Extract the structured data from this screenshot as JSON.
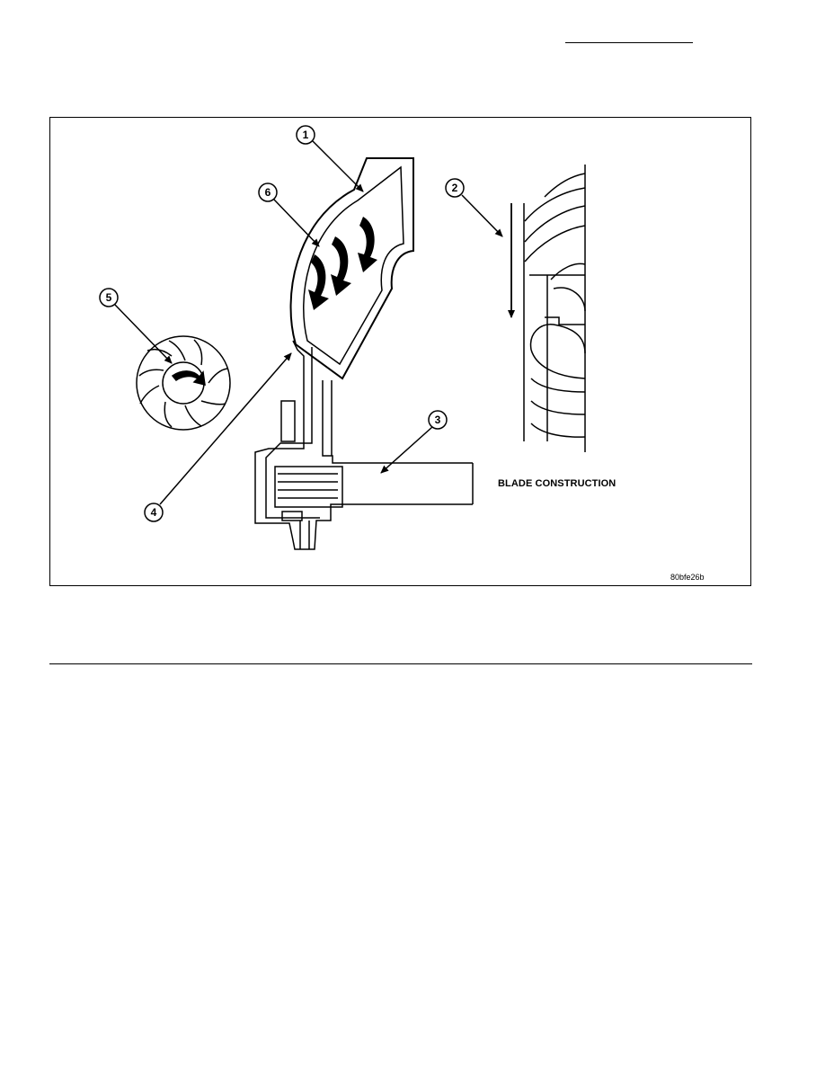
{
  "figure": {
    "caption": "BLADE CONSTRUCTION",
    "figure_id": "80bfe26b",
    "callouts": [
      "1",
      "2",
      "3",
      "4",
      "5",
      "6"
    ]
  }
}
